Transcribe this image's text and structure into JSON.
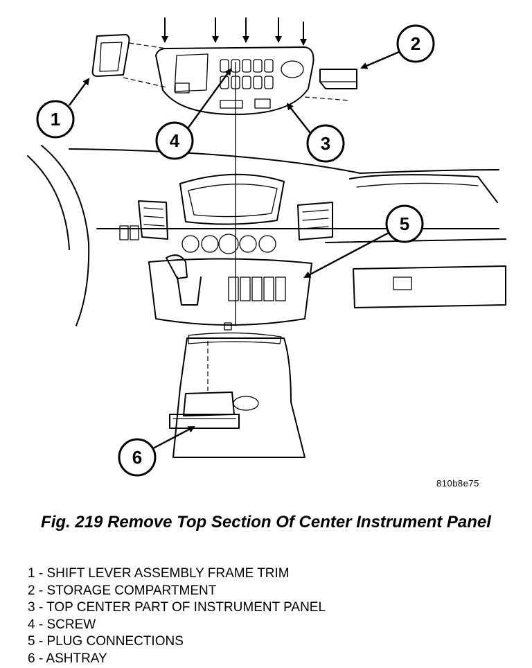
{
  "image_code": "810b8e75",
  "caption": "Fig. 219 Remove Top Section Of Center Instrument Panel",
  "callouts": [
    "1",
    "2",
    "3",
    "4",
    "5",
    "6"
  ],
  "legend": [
    "1 - SHIFT LEVER ASSEMBLY FRAME TRIM",
    "2 - STORAGE COMPARTMENT",
    "3 - TOP CENTER PART OF INSTRUMENT PANEL",
    "4 - SCREW",
    "5 - PLUG CONNECTIONS",
    "6 - ASHTRAY"
  ]
}
